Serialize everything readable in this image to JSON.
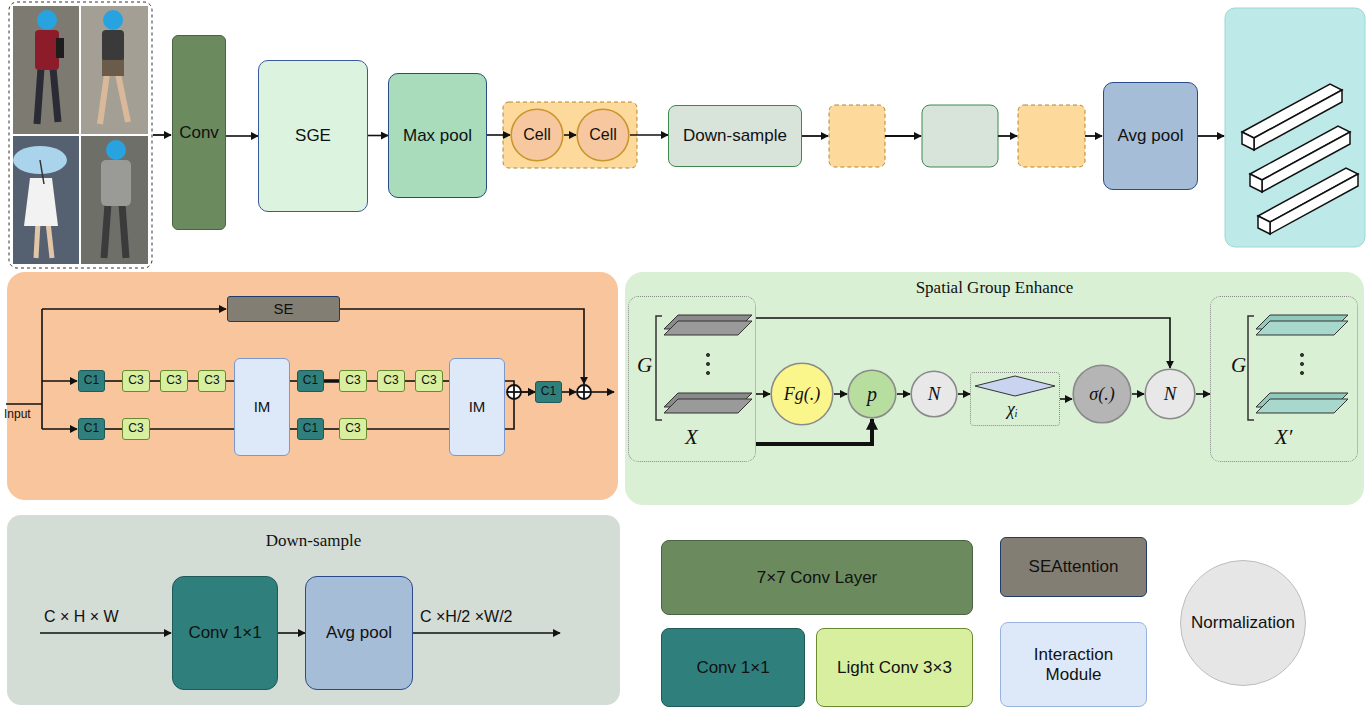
{
  "diagram": {
    "nodes": [
      {
        "text": [
          "Conv"
        ]
      },
      {
        "text": [
          "SGE"
        ]
      },
      {
        "text": [
          "Max pool"
        ]
      },
      {
        "text": [
          "Cell"
        ]
      },
      {
        "text": [
          "Cell"
        ]
      },
      {
        "text": [
          "Down-sample"
        ]
      },
      {
        "text": [
          "Avg pool"
        ]
      },
      {
        "text": [
          "SE"
        ]
      },
      {
        "text": [
          "C1"
        ]
      },
      {
        "text": [
          "C3"
        ]
      },
      {
        "text": [
          "C3"
        ]
      },
      {
        "text": [
          "C3"
        ]
      },
      {
        "text": [
          "IM"
        ]
      },
      {
        "text": [
          "C1"
        ]
      },
      {
        "text": [
          "C3"
        ]
      },
      {
        "text": [
          "C3"
        ]
      },
      {
        "text": [
          "C3"
        ]
      },
      {
        "text": [
          "IM"
        ]
      },
      {
        "text": [
          "C1"
        ]
      },
      {
        "text": [
          "C3"
        ]
      },
      {
        "text": [
          "C1"
        ]
      },
      {
        "text": [
          "C3"
        ]
      },
      {
        "text": [
          "C1"
        ]
      },
      {
        "text": [
          "Spatial Group Enhance"
        ]
      },
      {
        "text": [
          "G",
          "X"
        ],
        "in": 23
      },
      {
        "text": [
          "Fg(.)"
        ],
        "in": 23
      },
      {
        "text": [
          "p"
        ],
        "in": 23
      },
      {
        "text": [
          "N"
        ],
        "in": 23
      },
      {
        "text": [
          "χᵢ"
        ],
        "in": 23
      },
      {
        "text": [
          "σ(.)"
        ],
        "in": 23
      },
      {
        "text": [
          "N"
        ],
        "in": 23
      },
      {
        "text": [
          "G",
          "X′"
        ],
        "in": 23
      },
      {
        "text": [
          "Down-sample"
        ]
      },
      {
        "text": [
          "Conv 1×1"
        ],
        "in": 32
      },
      {
        "text": [
          "Avg pool"
        ],
        "in": 32
      }
    ],
    "edges": [
      {
        "from": 0,
        "to": 1,
        "arrow": "to"
      },
      {
        "from": 1,
        "to": 2,
        "arrow": "to"
      },
      {
        "from": 2,
        "to": 3,
        "arrow": "to"
      },
      {
        "from": 3,
        "to": 4,
        "arrow": "to"
      },
      {
        "from": 4,
        "to": 5,
        "arrow": "to"
      },
      {
        "from": 8,
        "to": 9,
        "arrow": "none"
      },
      {
        "from": 9,
        "to": 10,
        "arrow": "none"
      },
      {
        "from": 10,
        "to": 11,
        "arrow": "none"
      },
      {
        "from": 11,
        "to": 12,
        "arrow": "none"
      },
      {
        "from": 12,
        "to": 13,
        "arrow": "none"
      },
      {
        "from": 13,
        "to": 14,
        "arrow": "none"
      },
      {
        "from": 14,
        "to": 15,
        "arrow": "none"
      },
      {
        "from": 15,
        "to": 16,
        "arrow": "none"
      },
      {
        "from": 16,
        "to": 17,
        "arrow": "none"
      },
      {
        "from": 18,
        "to": 19,
        "arrow": "none"
      },
      {
        "from": 19,
        "to": 12,
        "arrow": "none"
      },
      {
        "from": 12,
        "to": 20,
        "arrow": "none"
      },
      {
        "from": 20,
        "to": 21,
        "arrow": "none"
      },
      {
        "from": 21,
        "to": 17,
        "arrow": "none"
      },
      {
        "from": 17,
        "to": 22,
        "arrow": "to"
      },
      {
        "from": 17,
        "to": 22,
        "arrow": "to"
      },
      {
        "from": 24,
        "to": 25,
        "arrow": "to"
      },
      {
        "from": 25,
        "to": 26,
        "arrow": "to"
      },
      {
        "from": 24,
        "to": 26,
        "arrow": "to"
      },
      {
        "from": 26,
        "to": 27,
        "arrow": "to"
      },
      {
        "from": 27,
        "to": 28,
        "arrow": "to"
      },
      {
        "from": 28,
        "to": 29,
        "arrow": "to"
      },
      {
        "from": 29,
        "to": 30,
        "arrow": "to"
      },
      {
        "from": 24,
        "to": 30,
        "arrow": "to"
      },
      {
        "from": 30,
        "to": 31,
        "arrow": "to"
      },
      {
        "from": 33,
        "to": 34,
        "arrow": "to"
      }
    ],
    "labels": [
      "Input",
      "C × H × W",
      "C ×H/2 ×W/2"
    ],
    "legend": [
      {
        "text": "7×7 Conv Layer",
        "color": "#6b8a5e"
      },
      {
        "text": "SEAttention",
        "color": "#837e73"
      },
      {
        "text": "Normalization",
        "color": "#e6e6e6"
      },
      {
        "text": "Conv 1×1",
        "color": "#2f807c"
      },
      {
        "text": "Light Conv 3×3",
        "color": "#d7ef9e"
      },
      {
        "text": "Interaction Module",
        "color": "#dde9f9"
      }
    ]
  }
}
